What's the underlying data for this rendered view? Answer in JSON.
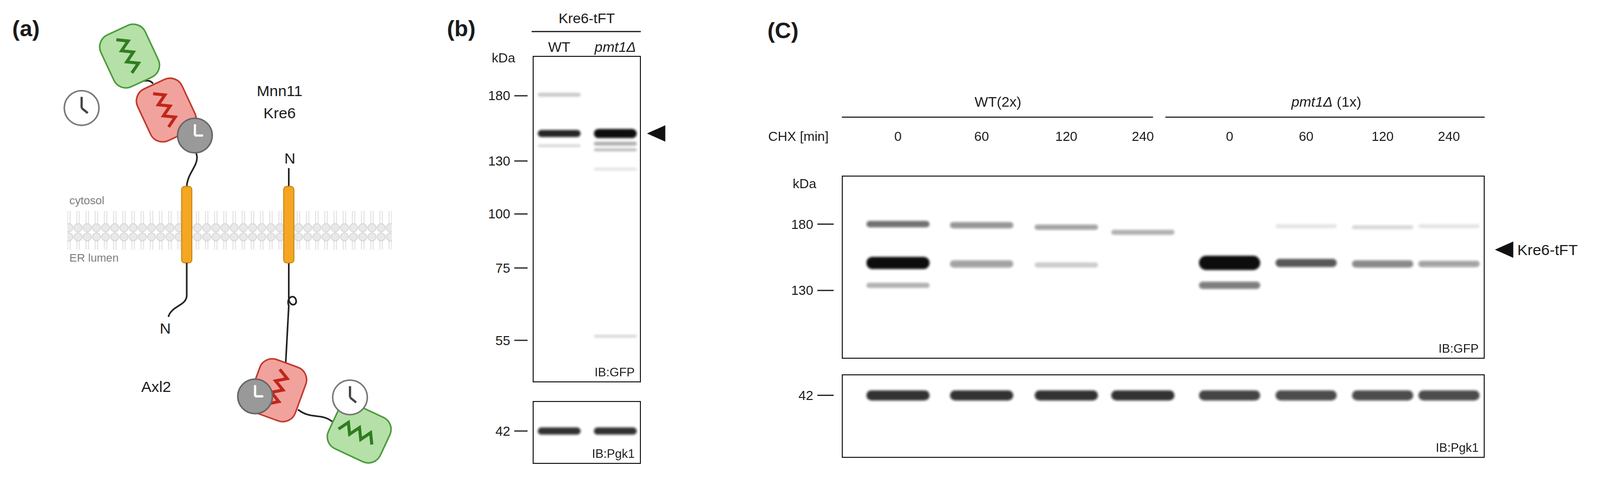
{
  "diagram": {
    "nodes": [
      {
        "text": [
          "IB:GFP"
        ]
      },
      {
        "text": [
          "IB:Pgk1"
        ]
      },
      {
        "text": [
          "IB:GFP"
        ]
      },
      {
        "text": [
          "IB:Pgk1"
        ]
      }
    ],
    "labels": [
      "(a)",
      "Mnn11",
      "Kre6",
      "cytosol",
      "ER lumen",
      "N",
      "N",
      "Axl2",
      "(b)",
      "Kre6-tFT",
      "WT",
      "pmt1Δ",
      "kDa",
      "180",
      "130",
      "100",
      "75",
      "55",
      "42",
      "(C)",
      "WT(2x)",
      "pmt1Δ",
      "(1x)",
      "CHX [min]",
      "0",
      "60",
      "120",
      "240",
      "0",
      "60",
      "120",
      "240",
      "kDa",
      "180",
      "130",
      "Kre6-tFT",
      "42"
    ]
  }
}
